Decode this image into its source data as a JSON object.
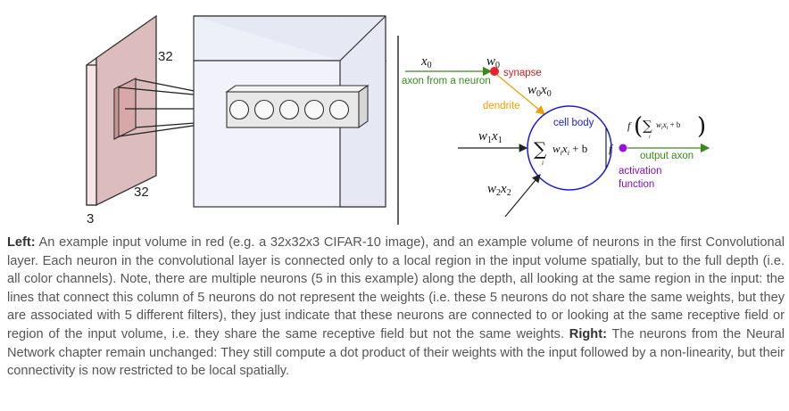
{
  "left_diagram": {
    "dim_top": "32",
    "dim_side": "32",
    "dim_depth": "3"
  },
  "right_diagram": {
    "x0": "x",
    "x0_sub": "0",
    "w0": "w",
    "w0_sub": "0",
    "synapse": "synapse",
    "axon_from_neuron": "axon from a neuron",
    "w0x0": "w",
    "w0x0_sub_a": "0",
    "w0x0_x": "x",
    "w0x0_sub_b": "0",
    "dendrite": "dendrite",
    "cell_body": "cell body",
    "w1x1": "w",
    "w1x1_sub_a": "1",
    "w1x1_x": "x",
    "w1x1_sub_b": "1",
    "w2x2": "w",
    "w2x2_sub_a": "2",
    "w2x2_x": "x",
    "w2x2_sub_b": "2",
    "sum_expr": "w",
    "sum_i1": "i",
    "sum_x": "x",
    "sum_i2": "i",
    "sum_plus_b": " + b",
    "sum_index": "i",
    "f_symbol": "f",
    "out_f": "f",
    "out_expr": "w",
    "out_i1": "i",
    "out_x": "x",
    "out_i2": "i",
    "out_plus_b": " + b",
    "out_index": "i",
    "output_axon": "output axon",
    "activation": "activation",
    "function": "function",
    "colors": {
      "input_axon": "#3a8a1a",
      "synapse_dot": "#e8222a",
      "synapse_text": "#d91a1a",
      "dendrite": "#f0a000",
      "cell_body": "#1a1adf",
      "activation_dot": "#9a10e0",
      "activation_text": "#7a10d0"
    }
  },
  "caption": {
    "left_label": "Left:",
    "left_text": " An example input volume in red (e.g. a 32x32x3 CIFAR-10 image), and an example volume of neurons in the first Convolutional layer. Each neuron in the convolutional layer is connected only to a local region in the input volume spatially, but to the full depth (i.e. all color channels). Note, there are multiple neurons (5 in this example) along the depth, all looking at the same region in the input: the lines that connect this column of 5 neurons do not represent the weights (i.e. these 5 neurons do not share the same weights, but they are associated with 5 different filters), they just indicate that these neurons are connected to or looking at the same receptive field or region of the input volume, i.e. they share the same receptive field but not the same weights.",
    "right_label": "Right:",
    "right_text": " The neurons from the Neural Network chapter remain unchanged: They still compute a dot product of their weights with the input followed by a non-linearity, but their connectivity is now restricted to be local spatially."
  }
}
